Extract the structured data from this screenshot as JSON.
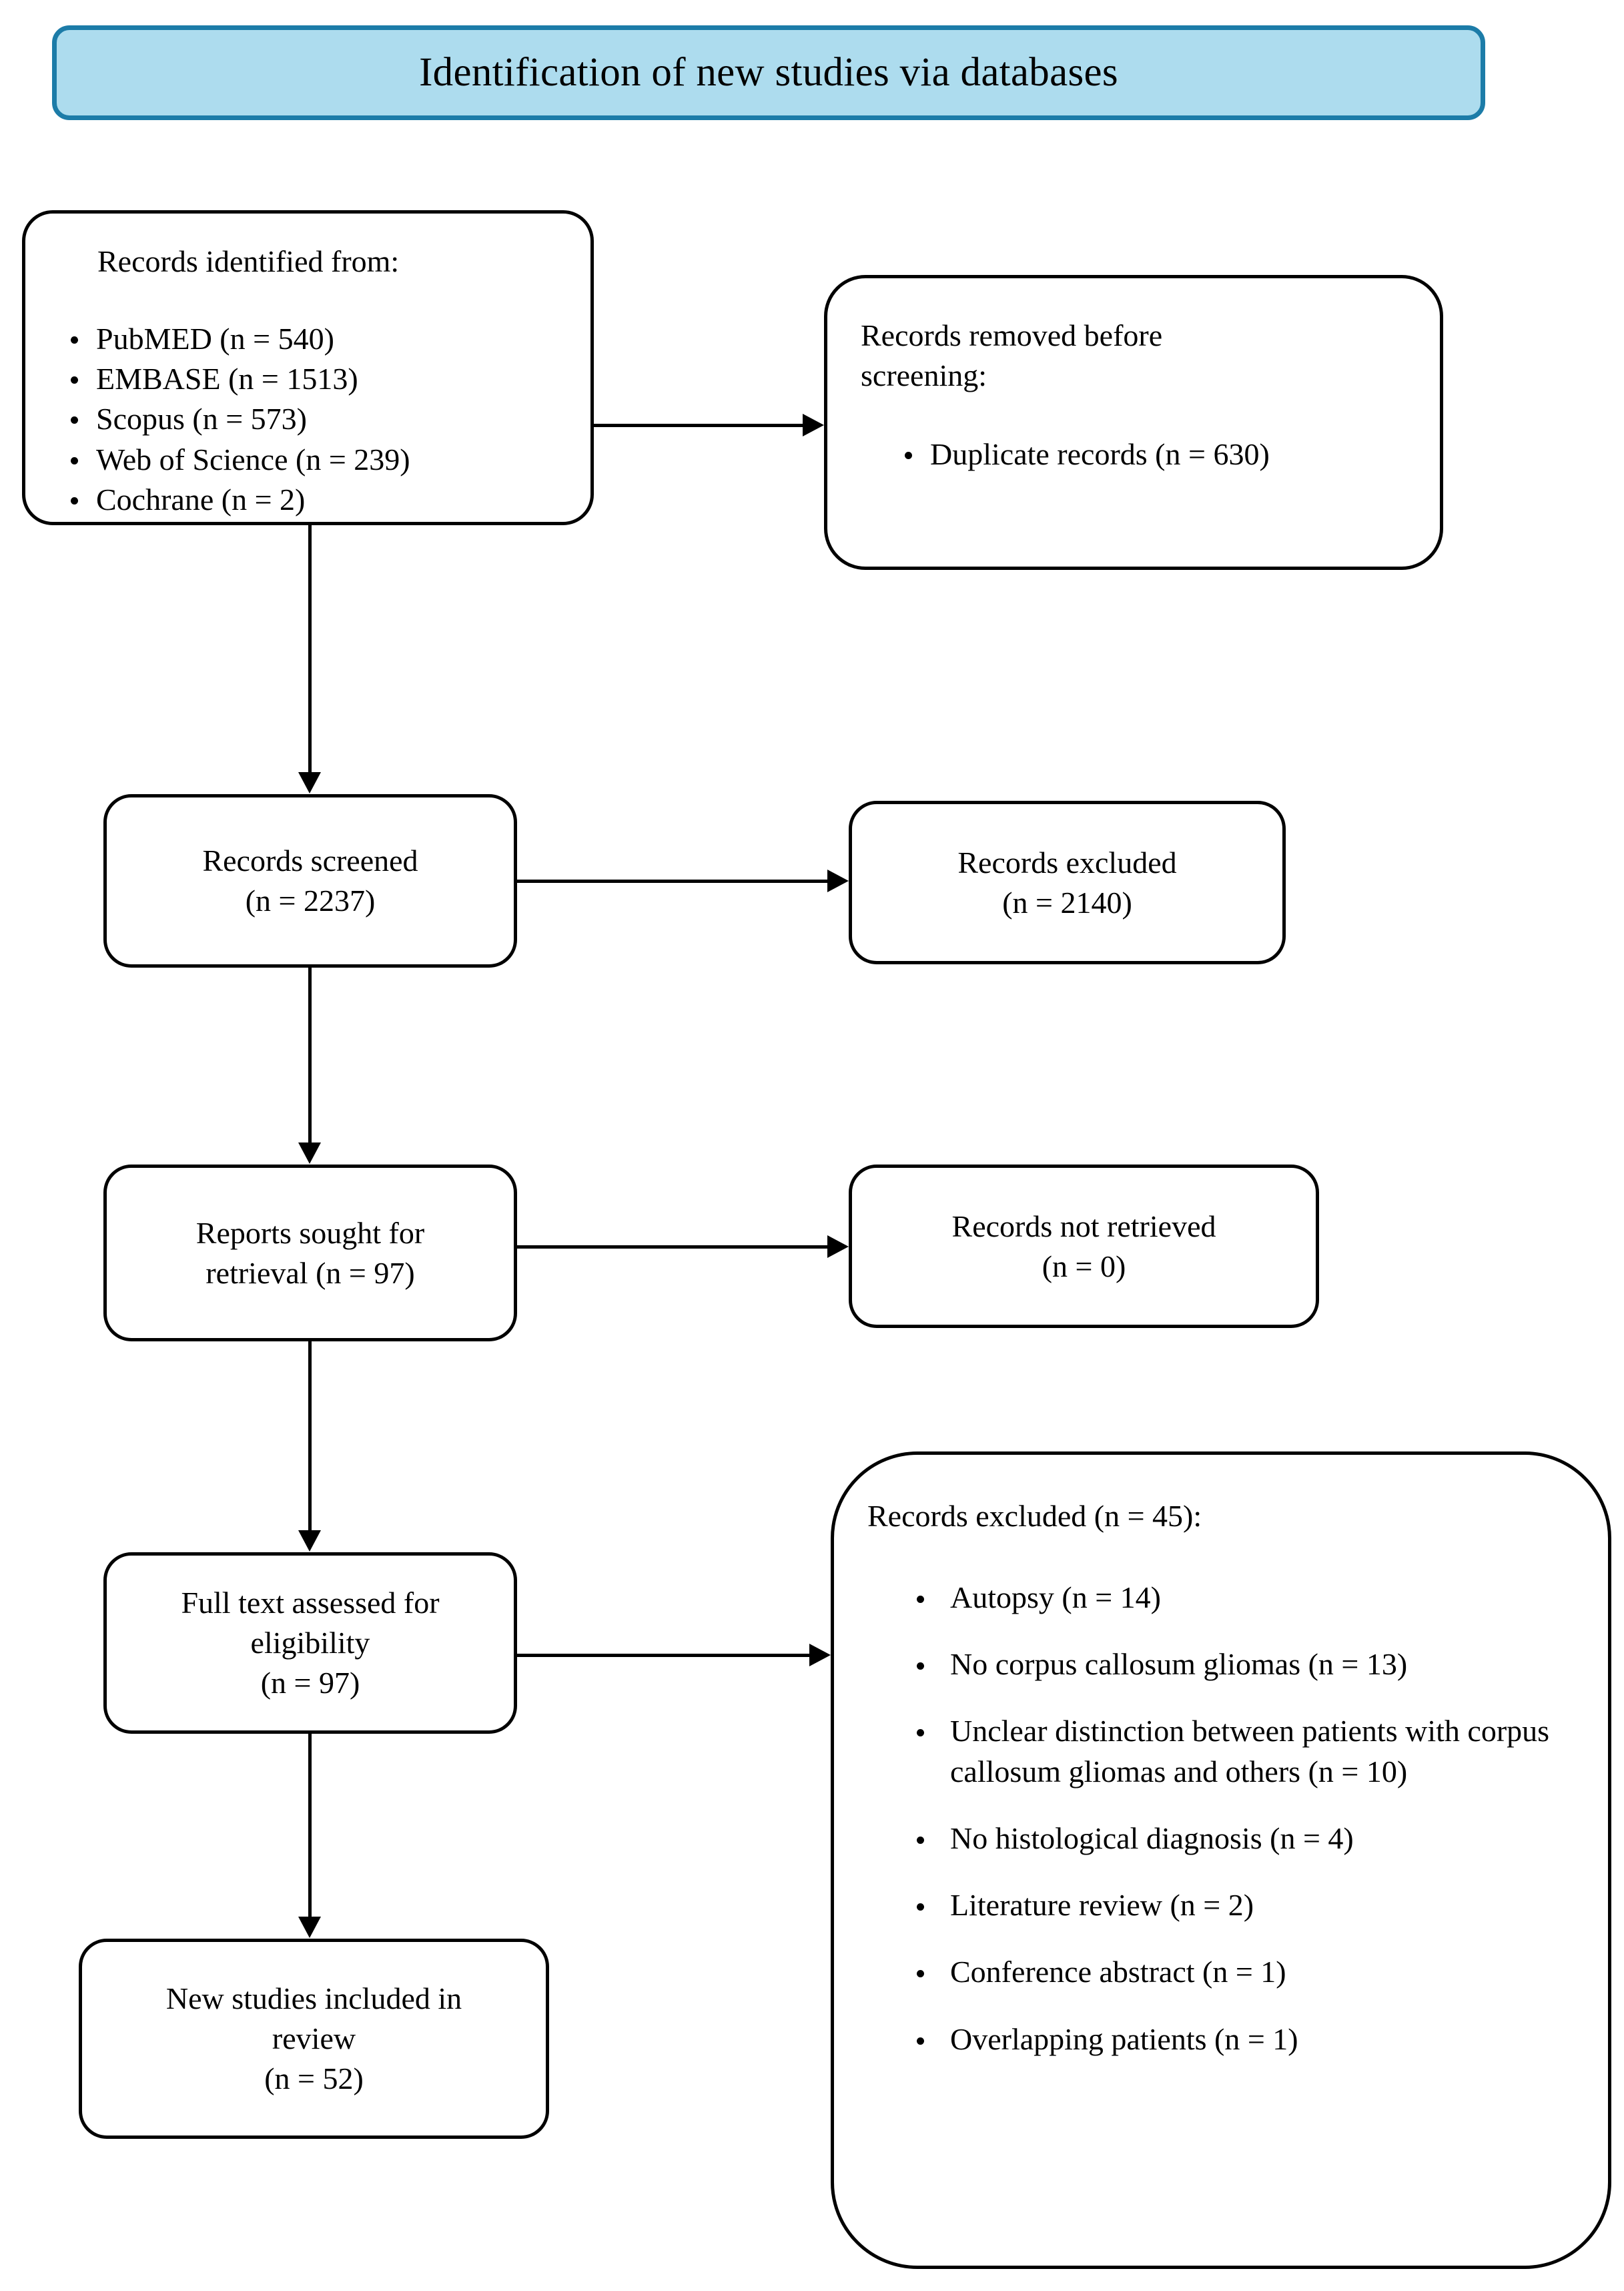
{
  "header": {
    "title": "Identification of new studies via databases",
    "fill_color": "#ADDCEE",
    "border_color": "#1C7CA8"
  },
  "boxes": {
    "identified": {
      "title": "Records identified from:",
      "items": [
        "PubMED (n = 540)",
        "EMBASE (n = 1513)",
        "Scopus (n = 573)",
        "Web of Science (n = 239)",
        "Cochrane (n = 2)"
      ]
    },
    "removed": {
      "title_line1": "Records removed before",
      "title_line2": "screening:",
      "items": [
        "Duplicate records (n = 630)"
      ]
    },
    "screened": {
      "line1": "Records screened",
      "line2": "(n = 2237)"
    },
    "excluded_screening": {
      "line1": "Records excluded",
      "line2": "(n = 2140)"
    },
    "sought": {
      "line1": "Reports sought for",
      "line2": "retrieval (n = 97)"
    },
    "not_retrieved": {
      "line1": "Records not retrieved",
      "line2": "(n = 0)"
    },
    "fulltext": {
      "line1": "Full text assessed for",
      "line2": "eligibility",
      "line3": "(n = 97)"
    },
    "excluded_eligibility": {
      "title": "Records excluded (n = 45):",
      "items": [
        "Autopsy (n = 14)",
        "No corpus callosum gliomas (n = 13)",
        "Unclear distinction between patients with corpus callosum gliomas and others (n = 10)",
        "No histological diagnosis (n = 4)",
        "Literature review (n = 2)",
        "Conference abstract (n = 1)",
        "Overlapping patients (n = 1)"
      ]
    },
    "included": {
      "line1": "New studies included in",
      "line2": "review",
      "line3": "(n = 52)"
    }
  }
}
